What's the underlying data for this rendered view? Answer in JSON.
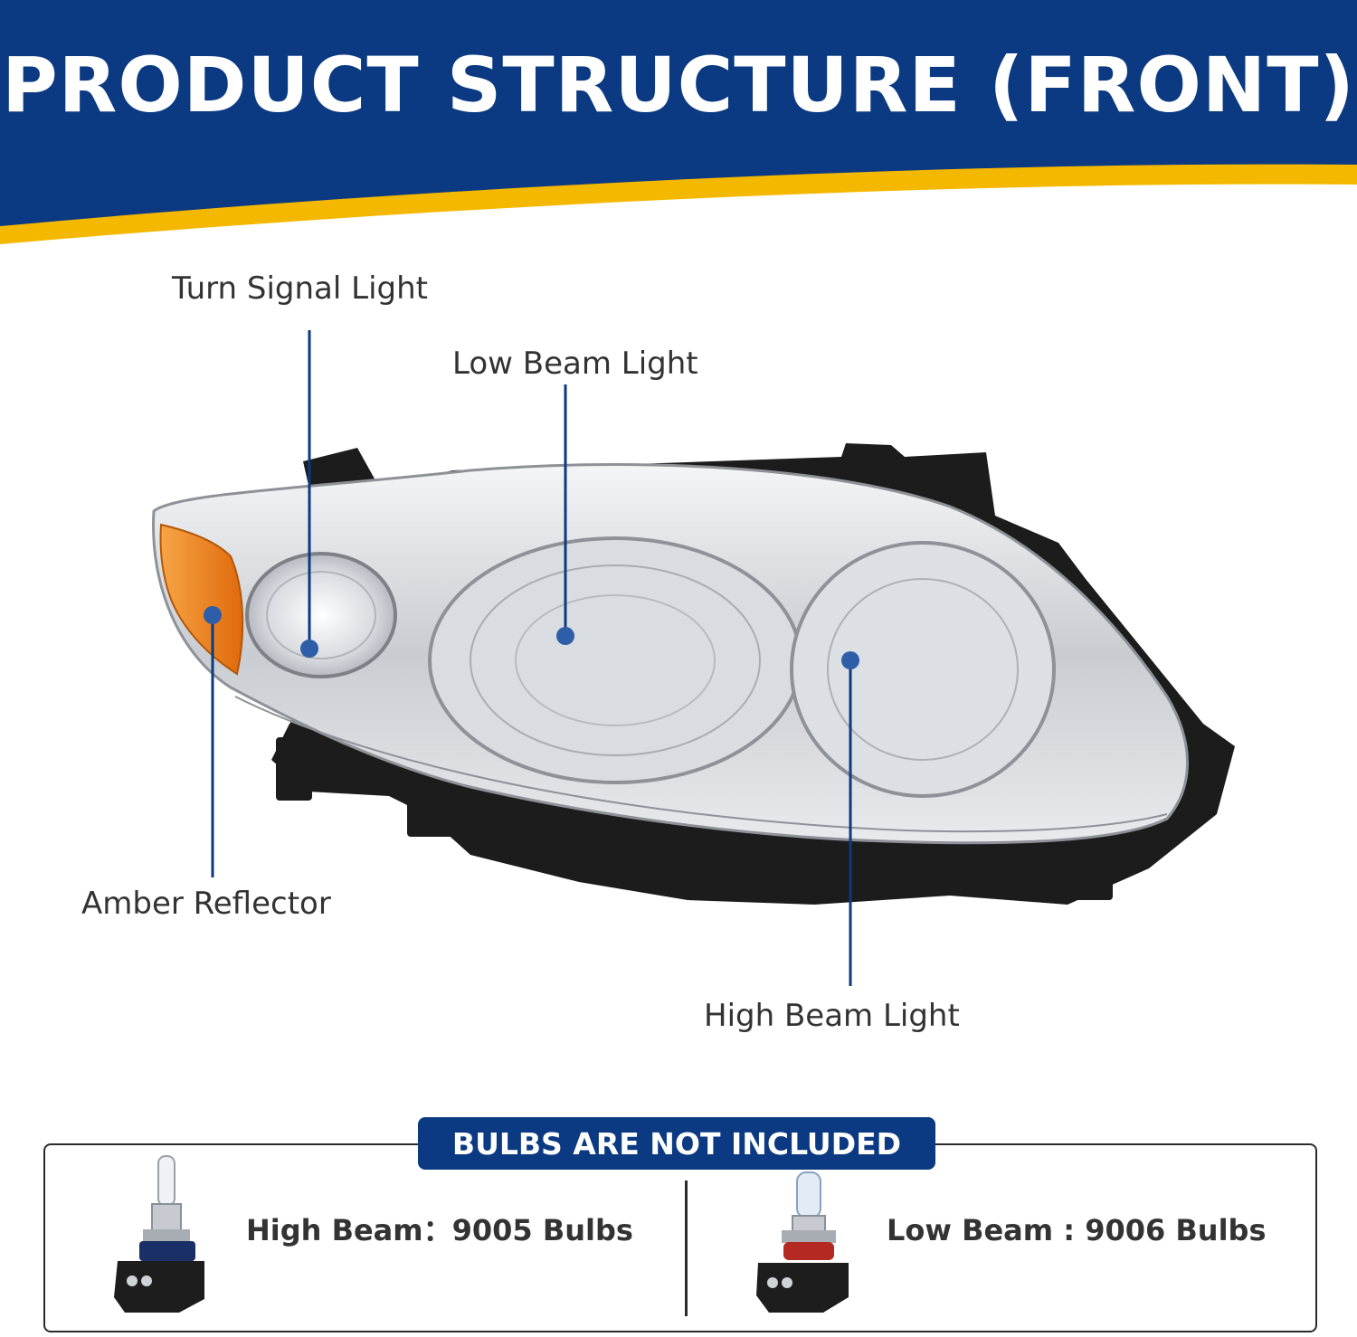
{
  "header": {
    "title": "PRODUCT STRUCTURE (FRONT)"
  },
  "callouts": {
    "turn_signal": "Turn Signal Light",
    "low_beam": "Low Beam Light",
    "amber_reflector": "Amber Reflector",
    "high_beam": "High Beam Light"
  },
  "bulbs": {
    "notice": "BULBS ARE NOT INCLUDED",
    "high_beam": {
      "label": "High Beam",
      "separator": "：",
      "value": "9005 Bulbs"
    },
    "low_beam": {
      "label": "Low Beam",
      "separator": " : ",
      "value": "9006  Bulbs"
    }
  },
  "colors": {
    "navy": "#0b3a82",
    "gold": "#f5b800",
    "text": "#333333",
    "amber": "#e8861c",
    "chrome": "#c9ccd1"
  }
}
